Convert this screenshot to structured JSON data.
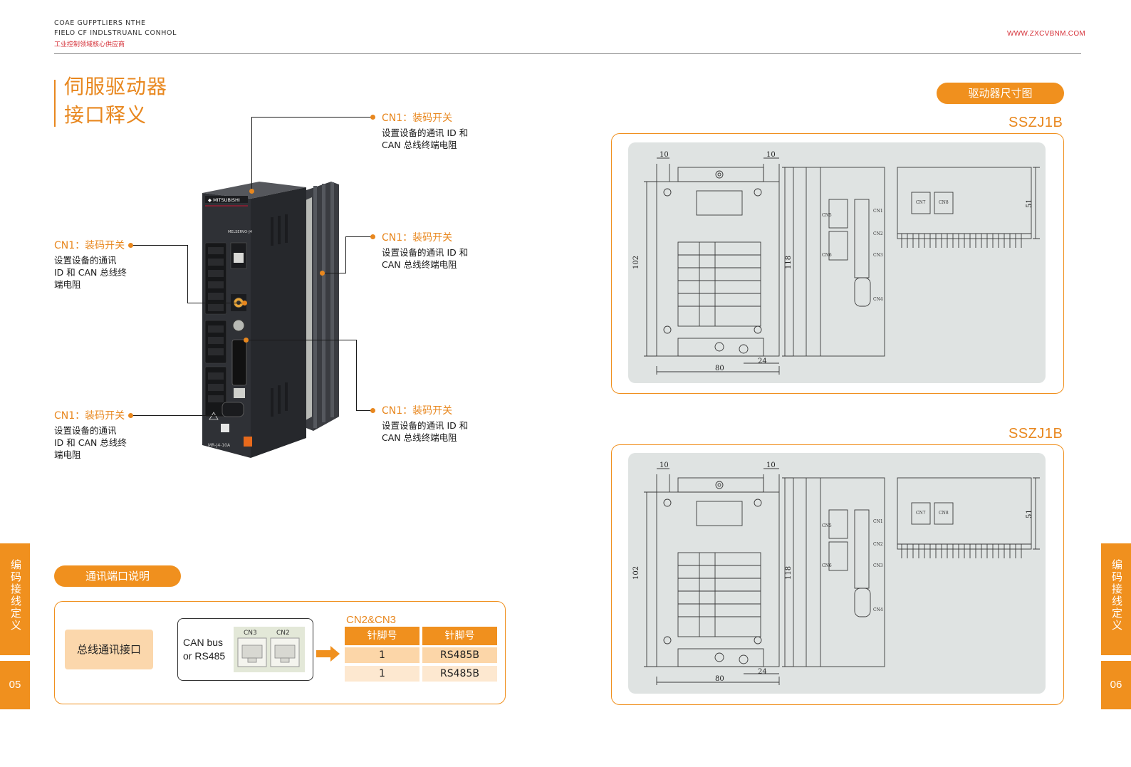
{
  "header": {
    "line1": "COAE GUFPTLIERS NTHE",
    "line2": "FIELO CF INDLSTRUANL CONHOL",
    "line3": "工业控制领域核心供应商",
    "url": "WWW.ZXCVBNM.COM"
  },
  "title": {
    "line1": "伺服驱动器",
    "line2": "接口释义"
  },
  "callouts": {
    "top_right": {
      "title": "CN1：装码开关",
      "desc1": "设置设备的通讯 ID 和",
      "desc2": "CAN 总线终端电阻"
    },
    "mid_right": {
      "title": "CN1：装码开关",
      "desc1": "设置设备的通讯 ID 和",
      "desc2": "CAN 总线终端电阻"
    },
    "low_right": {
      "title": "CN1：装码开关",
      "desc1": "设置设备的通讯 ID 和",
      "desc2": "CAN 总线终端电阻"
    },
    "upper_left": {
      "title": "CN1：装码开关",
      "desc1": "设置设备的通讯",
      "desc2": "ID 和 CAN 总线终",
      "desc3": "端电阻"
    },
    "lower_left": {
      "title": "CN1：装码开关",
      "desc1": "设置设备的通讯",
      "desc2": "ID 和 CAN 总线终",
      "desc3": "端电阻"
    }
  },
  "device": {
    "brand": "MITSUBISHI",
    "series": "MELSERVO-J4",
    "model_plate": "MR-J4-10A"
  },
  "dimensions_pill": "驱动器尺寸图",
  "drawings": [
    {
      "model": "SSZJ1B",
      "dims": {
        "d10a": "10",
        "d10b": "10",
        "d102": "102",
        "d118": "118",
        "d80": "80",
        "d24": "24",
        "d51": "51"
      },
      "labels": {
        "cn1": "CN1",
        "cn2": "CN2",
        "cn3": "CN3",
        "cn4": "CN4",
        "cn5": "CN5",
        "cn6": "CN6",
        "cn7": "CN7",
        "cn8": "CN8"
      }
    },
    {
      "model": "SSZJ1B",
      "dims": {
        "d10a": "10",
        "d10b": "10",
        "d102": "102",
        "d118": "118",
        "d80": "80",
        "d24": "24",
        "d51": "51"
      },
      "labels": {
        "cn1": "CN1",
        "cn2": "CN2",
        "cn3": "CN3",
        "cn4": "CN4",
        "cn5": "CN5",
        "cn6": "CN6",
        "cn7": "CN7",
        "cn8": "CN8"
      }
    }
  ],
  "comm": {
    "pill": "通讯端口说明",
    "port_label": "总线通讯接口",
    "can_line1": "CAN bus",
    "can_line2": "or RS485",
    "jack1": "CN3",
    "jack2": "CN2",
    "table_title": "CN2&CN3",
    "headers": [
      "针脚号",
      "针脚号"
    ],
    "rows": [
      [
        "1",
        "RS485B"
      ],
      [
        "1",
        "RS485B"
      ]
    ]
  },
  "side": {
    "left_text": "编码接线定义",
    "left_num": "05",
    "right_text": "编码接线定义",
    "right_num": "06"
  },
  "colors": {
    "accent": "#f0901e",
    "accent_text": "#e8871e",
    "header_red": "#d6323a",
    "device_body": "#2f3136"
  }
}
